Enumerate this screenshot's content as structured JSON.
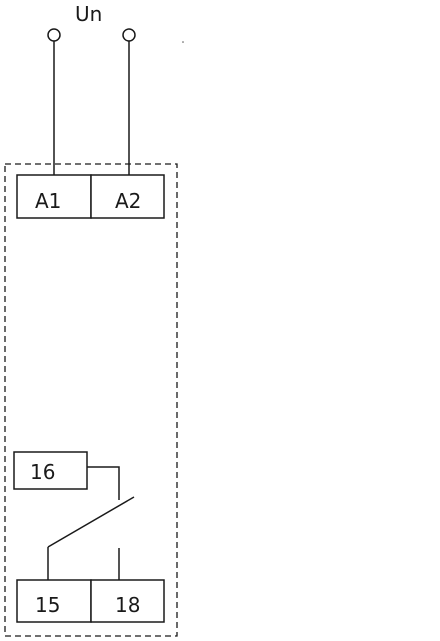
{
  "supply": {
    "label": "Un"
  },
  "terminals": {
    "a1": "A1",
    "a2": "A2",
    "t16": "16",
    "t15": "15",
    "t18": "18"
  }
}
